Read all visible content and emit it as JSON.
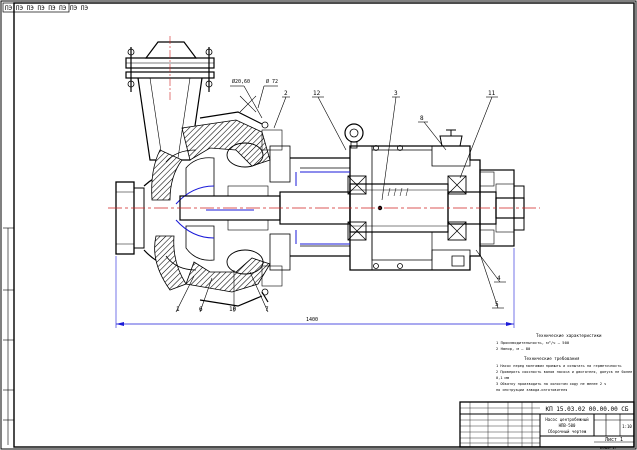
{
  "stamp_corner": "ПЭ ПЭ ПЭ ПЭ ПЭ ПЭ ПЭ ПЭ",
  "callouts": {
    "top_left": "Ø20,60",
    "top_mid": "Ø 72",
    "c2": "2",
    "c12": "12",
    "c3": "3",
    "c8": "8",
    "c11": "11",
    "c1": "1",
    "c6": "6",
    "c10": "10",
    "c7": "7",
    "c4": "4",
    "c5": "5",
    "dim_length": "1400"
  },
  "notes": {
    "heading_tech": "Технические характеристики",
    "tech_1": "1 Производительность, м³/ч — 500",
    "tech_2": "2 Напор, м — 80",
    "heading_req": "Технические требования",
    "req_1": "1 Насос перед монтажом промыть и испытать на герметичность",
    "req_2": "2 Проверить соосность валов насоса и двигателя, допуск не более",
    "req_3": "   0,1 мм",
    "req_4": "3 Обкатку производить на холостом ходу не менее 2 ч",
    "req_5": "   по инструкции завода-изготовителя"
  },
  "title_block": {
    "doc_code": "КП 15.03.02 00.00.00 СБ",
    "name_line1": "Насос центробежный",
    "name_line2": "НПВ-500",
    "name_line3": "Сборочный чертеж",
    "mass": "",
    "scale": "1:10",
    "sheet": "Лист 1",
    "format": "Формат А1"
  },
  "colors": {
    "outline": "#000000",
    "dim": "#1a1ad8",
    "axis": "#d02020",
    "hatch_fill": "#6a6a6a"
  }
}
